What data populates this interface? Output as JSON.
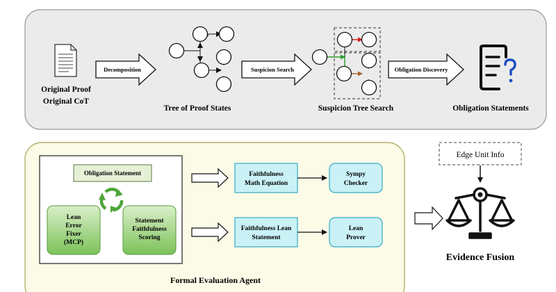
{
  "top_panel": {
    "original_proof": "Original Proof",
    "original_cot": "Original CoT",
    "arrow_decomposition": "Decomposition",
    "tree_caption": "Tree of Proof States",
    "arrow_suspicion": "Suspicion Search",
    "suspicion_caption": "Suspicion Tree Search",
    "arrow_obligation": "Obligation Discovery",
    "obligation_caption": "Obligation Statements"
  },
  "agent_panel": {
    "title": "Formal Evaluation Agent",
    "obligation_statement": "Obligation Statement",
    "lean_fixer": [
      "Lean",
      "Error",
      "Fixer",
      "(MCP)"
    ],
    "faithfulness_scoring": [
      "Statement",
      "Faithfulness",
      "Scoring"
    ],
    "math_equation": [
      "Faithfulness",
      "Math Equation"
    ],
    "sympy_checker": [
      "Sympy",
      "Checker"
    ],
    "lean_statement": [
      "Faithfulness Lean",
      "Statement"
    ],
    "lean_prover": [
      "Lean",
      "Prover"
    ]
  },
  "fusion": {
    "edge_unit_info": "Edge Unit Info",
    "evidence_fusion": "Evidence Fusion"
  },
  "colors": {
    "top_panel_bg": "#ebebeb",
    "agent_panel_bg": "#fbfbe7",
    "agent_panel_border": "#b3b26a",
    "green_box": "#e6f0d6",
    "green_node": "#8fcc6f",
    "cyan_box": "#c9f1f6",
    "cyan_border": "#35a9c4",
    "red_edge": "#d21c1c",
    "green_edge": "#2aa02a",
    "brown_edge": "#a6632f",
    "question_mark": "#1f4fc4"
  },
  "icons": [
    "document-icon",
    "checklist-question-icon",
    "balance-scale-icon",
    "cycle-arrows-icon"
  ]
}
